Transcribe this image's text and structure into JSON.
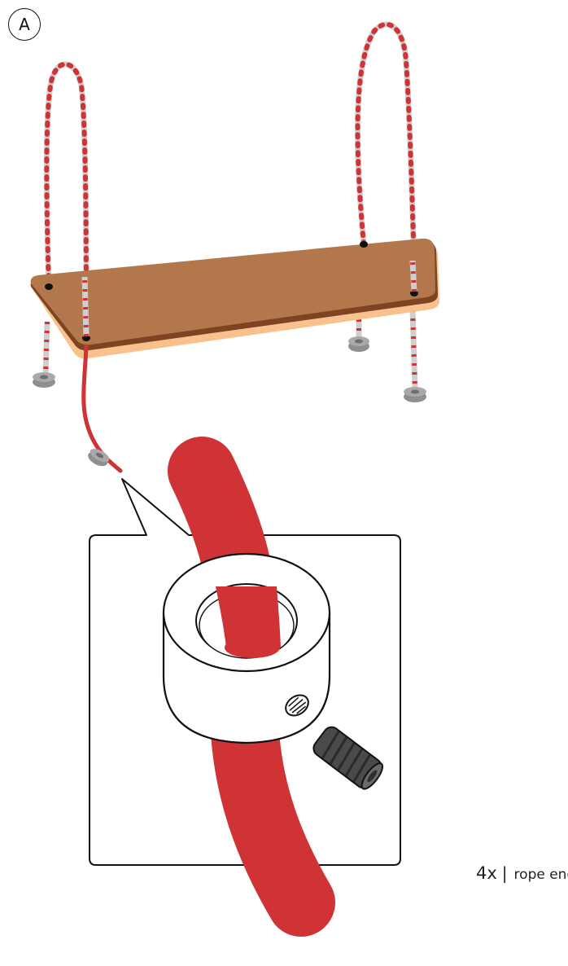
{
  "step": {
    "label": "A"
  },
  "caption": {
    "quantity": "4x",
    "separator": "|",
    "part_name": "rope end"
  },
  "icons": {
    "rope": "rope-icon",
    "seat": "swing-seat-icon",
    "collar": "rope-end-collar-icon",
    "set_screw": "set-screw-icon"
  },
  "colors": {
    "rope_red": "#cf3335",
    "rope_grey": "#cfcfcf",
    "seat_top": "#b2784b",
    "seat_edge": "#7e4322",
    "seat_light": "#f7c28e",
    "metal_grey": "#9a9a9a",
    "screw_dark": "#4a4a4a"
  }
}
